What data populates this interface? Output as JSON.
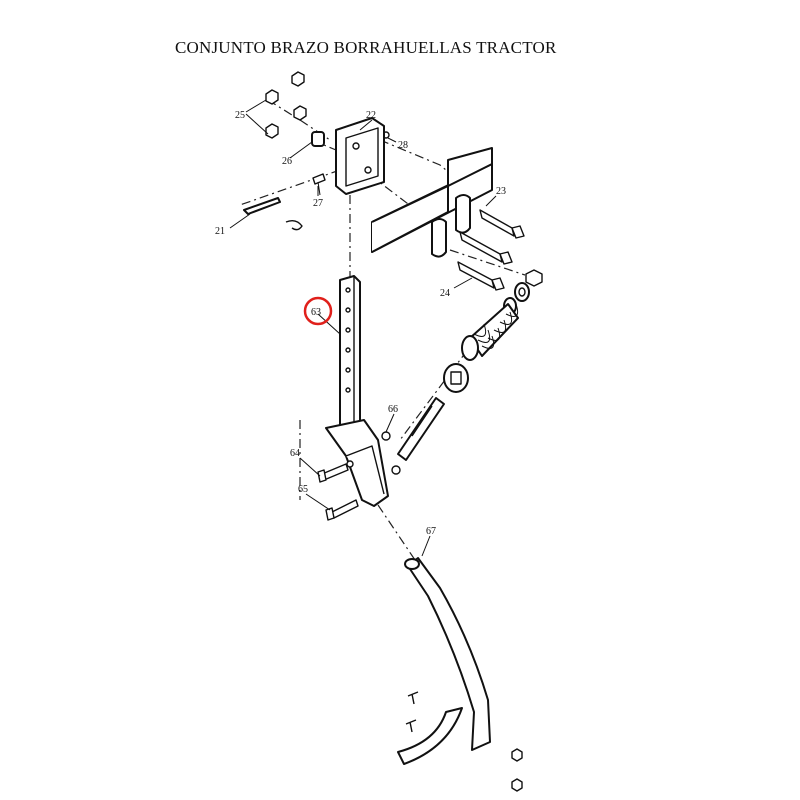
{
  "title": "CONJUNTO BRAZO BORRAHUELLAS TRACTOR",
  "highlight_color": "#e0201b",
  "callouts": {
    "c21": "21",
    "c22": "22",
    "c23": "23",
    "c24": "24",
    "c25": "25",
    "c26": "26",
    "c27": "27",
    "c28": "28",
    "c63": "63",
    "c64": "64",
    "c65": "65",
    "c66": "66",
    "c67": "67"
  },
  "highlighted_callout": "63"
}
